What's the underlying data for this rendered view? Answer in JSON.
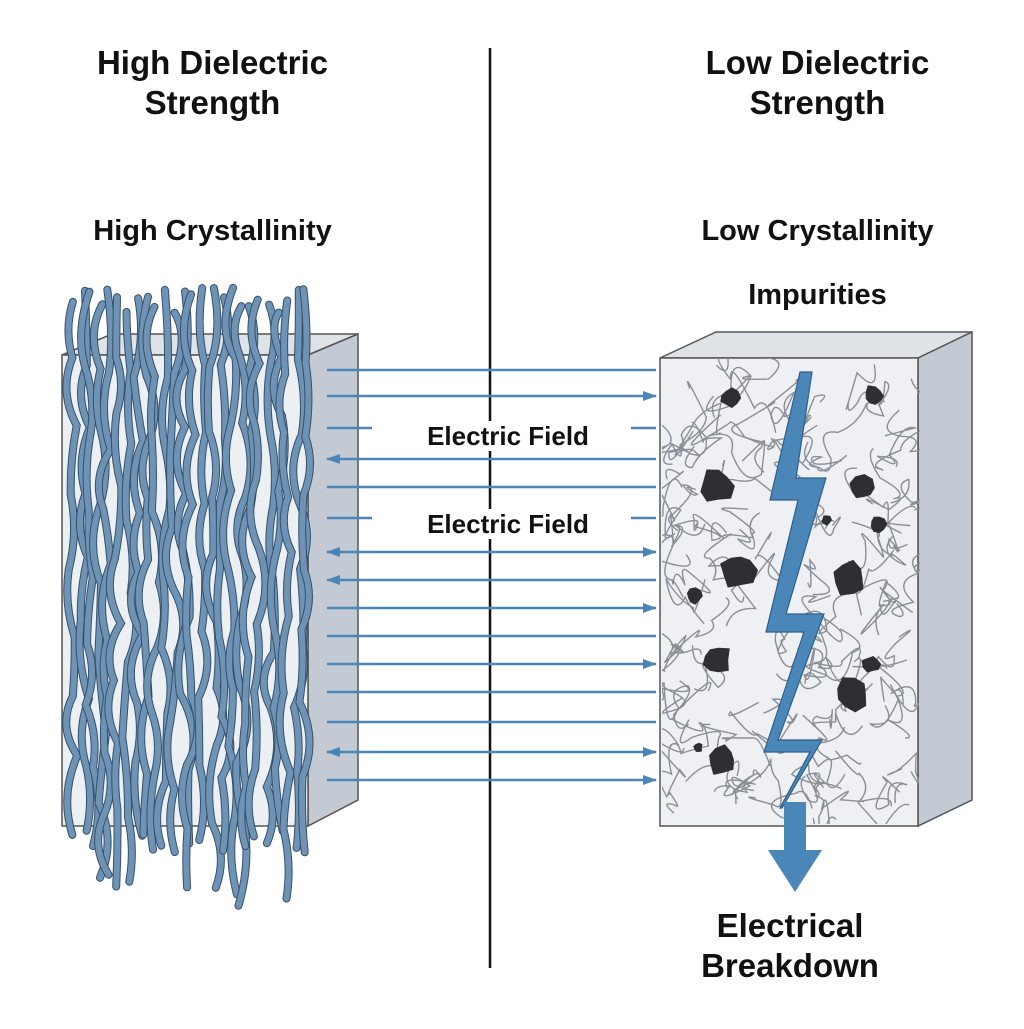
{
  "left": {
    "heading": "High Dielectric\nStrength",
    "subheading": "High Crystallinity"
  },
  "right": {
    "heading": "Low Dielectric\nStrength",
    "subheading_1": "Low Crystallinity",
    "subheading_2": "Impurities"
  },
  "field_labels": [
    "Electric Field",
    "Electric Field"
  ],
  "breakdown_label": "Electrical\nBreakdown",
  "colors": {
    "fiber": "#6f93b4",
    "fiber_outline": "#35516d",
    "arrow": "#4a87b8",
    "block_face": "#e9ecef",
    "block_side": "#c8ced6",
    "impurity": "#2e2f33",
    "text": "#111111"
  }
}
